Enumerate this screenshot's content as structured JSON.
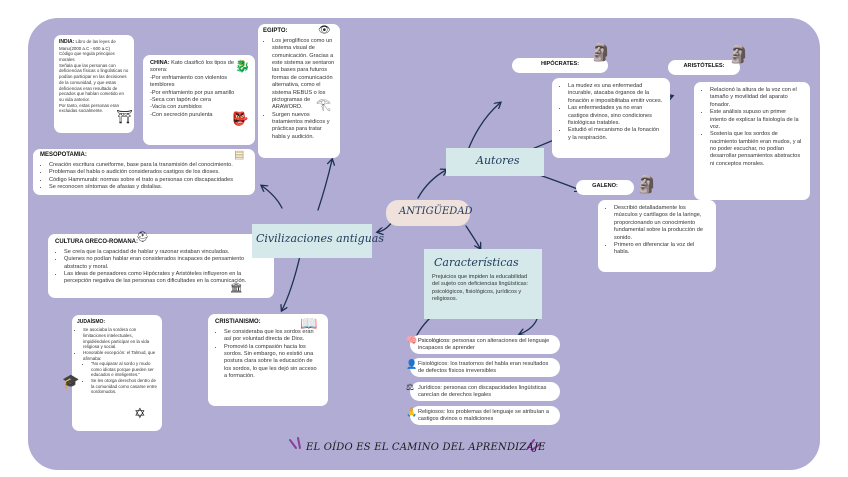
{
  "center": {
    "label": "ANTIGÜEDAD"
  },
  "branches": {
    "autores": "Autores",
    "civilizaciones": "Civilizaciones antiguas",
    "caracteristicas": "Características"
  },
  "india": {
    "title": "INDIA:",
    "lines": [
      "Libro de las leyes de Manu(2000 a.C - 600 a.C)",
      "Código que regula principios morales",
      "Señala que las personas con deficiencias físicas o lingüísticas no podían participar en las decisiones de la comunidad, y que estas deficiencias eran resultado de pecados que habían cometido en su vida anterior.",
      "Por tanto, estas personas eran excluidas socialmente."
    ]
  },
  "china": {
    "title": "CHINA:",
    "intro": "Kato clasificó los tipos de sorera:",
    "items": [
      "-Por enfriamiento con violentos temblores",
      "-Por enfriamiento por pus amarillo",
      "-Seca con tapón de cera",
      "-Vacía con zumbidos",
      "-Con secreción purulenta"
    ]
  },
  "egipto": {
    "title": "EGIPTO:",
    "items": [
      "Los jeroglíficos como un sistema visual de comunicación. Gracias a este sistema se sentaron las bases para futuros formas de comunicación alternativa, como el sistema REBUS o los pictogramas de ARAWORD.",
      "Surgen nuevos tratamientos médicos y prácticas para tratar habla y audición."
    ]
  },
  "mesopotamia": {
    "title": "MESOPOTAMIA:",
    "items": [
      "Creación escritura cuneiforme, base para la transmisión del conocimiento.",
      "Problemas del habla o audición considerados castigos de los dioses.",
      "Código Hammurabi: normas sobre el trato a personas con discapacidades",
      "Se reconocen síntomas de afasias y dislalias."
    ]
  },
  "greco": {
    "title": "CULTURA GRECO-ROMANA:",
    "items": [
      "Se creía que la capacidad de hablar y razonar estaban vinculadas.",
      "Quienes no podían hablar eran considerados incapaces de pensamiento abstracto y moral.",
      "Las ideas de pensadores como Hipócrates y Aristóteles influyeron en la percepción negativa de las personas con dificultades en la comunicación."
    ]
  },
  "judaismo": {
    "title": "JUDAÍSMO:",
    "items": [
      "Se asociaba la sordera con limitaciones intelectuales, impidiéndoles participar en la vida religiosa y social.",
      "Honorable excepción: el Talmud, que afirmaba:"
    ],
    "sub_items": [
      "\"No equiparar al sordo y mudo como idiotas porque pueden ser educados e inteligentes.\"",
      "Se les otorga derechos dentro de la comunidad como casarse entre sordomudos."
    ]
  },
  "cristianismo": {
    "title": "CRISTIANISMO:",
    "items": [
      "Se consideraba que los sordos eran así por voluntad directa de Dios.",
      "Promovió la compasión hacia los sordos. Sin embargo, no existió una postura clara sobre la educación de los sordos, lo que les dejó sin acceso a formación."
    ]
  },
  "hipocrates": {
    "name": "HIPÓCRATES:",
    "items": [
      "La mudez es una enfermedad incurable, atacaba órganos de la fonación e imposibilitaba emitir voces.",
      "Las enfermedades ya no eran castigos divinos, sino condiciones fisiológicas tratables.",
      "Estudió el mecanismo de la fonación y la respiración."
    ]
  },
  "aristoteles": {
    "name": "ARISTÓTELES:",
    "items": [
      "Relacionó la altura de la voz con el tamaño y movilidad del aparato fonador.",
      "Este análisis supuso un primer intento de explicar la fisiología de la voz.",
      "Sostenía que los sordos de nacimiento también eran mudos, y al no poder escuchar, no podían desarrollar pensamientos abstractos ni conceptos morales."
    ]
  },
  "galeno": {
    "name": "GALENO:",
    "items": [
      "Describió detalladamente los músculos y cartílagos de la laringe, proporcionando un conocimiento fundamental sobre la producción de sonido.",
      "Primero en diferenciar la voz del habla."
    ]
  },
  "caracteristicas": {
    "intro": "Prejuicios que impiden la educabilidad del sujeto con deficiencias lingüísticas: psicológicos, fisiológicos, jurídicos y religiosos.",
    "items": [
      {
        "label": "Psicológicos:",
        "text": "personas con alteraciones del lenguaje incapaces de aprender"
      },
      {
        "label": "Fisiológicos:",
        "text": "los trastornos del habla eran resultados de defectos físicos irreversibles"
      },
      {
        "label": "Jurídicos:",
        "text": "personas con discapacidades lingüísticas carecían de derechos legales"
      },
      {
        "label": "Religiosos:",
        "text": "los problemas del lenguaje se atribuían a castigos divinos o maldiciones"
      }
    ]
  },
  "footer": {
    "text": "EL OÍDO ES EL CAMINO DEL APRENDIZAJE"
  },
  "colors": {
    "background": "#b0acd4",
    "teal_box": "#d5e9ea",
    "center_pill": "#efe1dc",
    "title_text": "#1e3a5a",
    "accent": "#8a3f9c"
  }
}
